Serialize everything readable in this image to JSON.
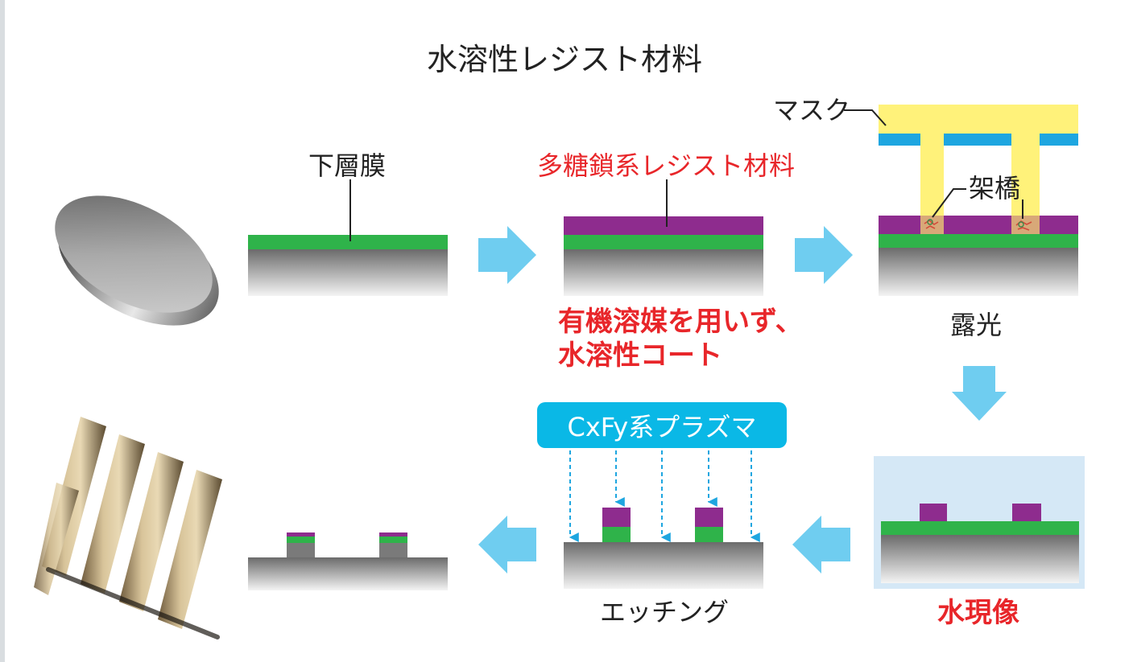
{
  "title": "水溶性レジスト材料",
  "labels": {
    "underlayer": "下層膜",
    "resist_material": "多糖鎖系レジスト材料",
    "note_line1": "有機溶媒を用いず、",
    "note_line2": "水溶性コート",
    "mask": "マスク",
    "crosslink": "架橋",
    "exposure": "露光",
    "water_development": "水現像",
    "etching": "エッチング",
    "plasma": "CxFy系プラズマ"
  },
  "colors": {
    "underlayer_green": "#2fb34a",
    "resist_purple": "#8e2c8e",
    "mask_blue": "#1ea6e0",
    "mask_yellow": "#fff27a",
    "arrow_blue": "#6fcdf0",
    "plasma_box": "#0ab8e6",
    "label_red": "#e8262a"
  }
}
